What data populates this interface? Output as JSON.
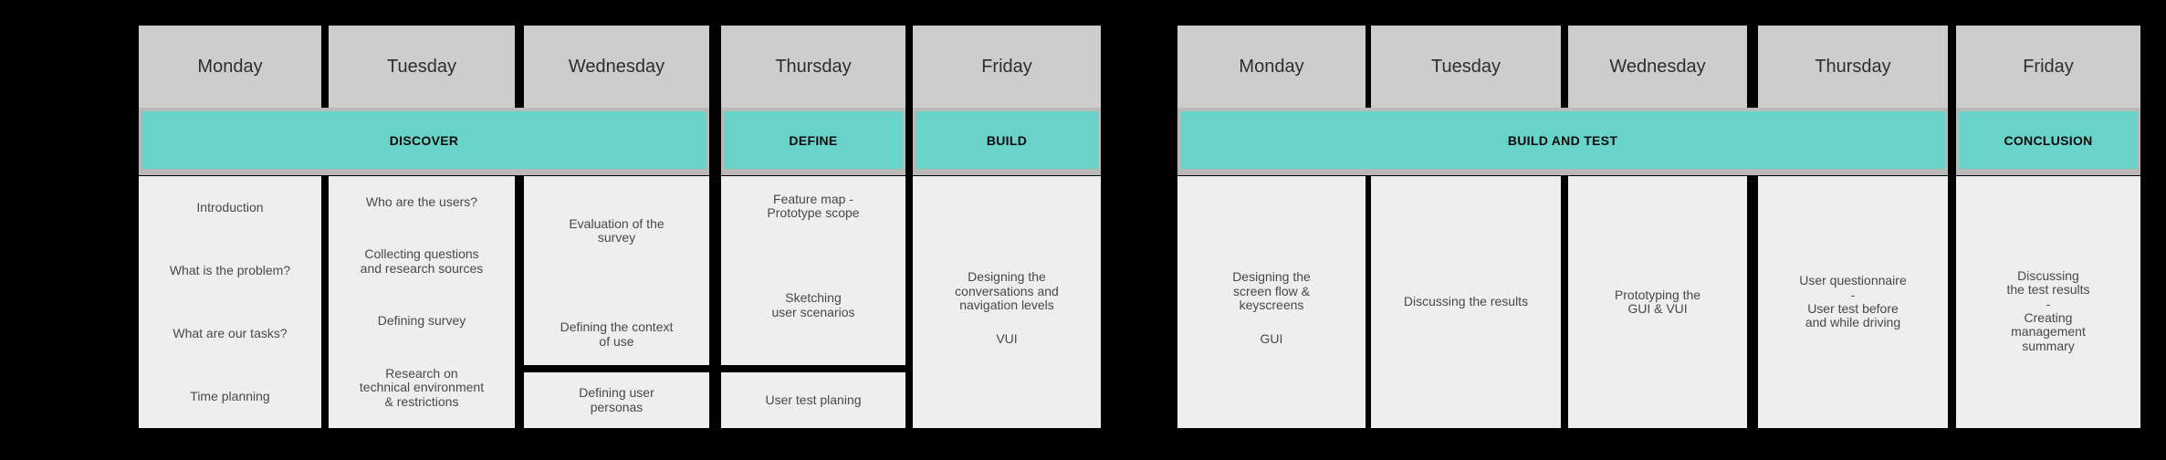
{
  "colors": {
    "background": "#000000",
    "day_header_bg": "#cdcdcd",
    "phase_band_bg": "#b9b9b9",
    "phase_accent_teal": "#6ad3c9",
    "task_cell_bg": "#eeeeee",
    "task_text": "#484848"
  },
  "week1": {
    "days": [
      "Monday",
      "Tuesday",
      "Wednesday",
      "Thursday",
      "Friday"
    ],
    "phases": {
      "discover": "DISCOVER",
      "define": "DEFINE",
      "build": "BUILD"
    },
    "monday": [
      "Introduction",
      "What is the problem?",
      "What are our tasks?",
      "Time planning"
    ],
    "tuesday": [
      "Who are the users?",
      "Collecting questions\nand research sources",
      "Defining survey",
      "Research on\ntechnical environment\n& restrictions"
    ],
    "wednesday_main": [
      "Evaluation of the\nsurvey",
      "Defining the context\nof use"
    ],
    "wednesday_extra": [
      "Defining user\npersonas"
    ],
    "thursday_main": [
      "Feature map -\nPrototype scope",
      "Sketching\nuser scenarios"
    ],
    "thursday_extra": [
      "User test planing"
    ],
    "friday": [
      "Designing the\nconversations and\nnavigation levels",
      "VUI"
    ]
  },
  "week2": {
    "days": [
      "Monday",
      "Tuesday",
      "Wednesday",
      "Thursday",
      "Friday"
    ],
    "phases": {
      "build_and_test": "BUILD AND TEST",
      "conclusion": "CONCLUSION"
    },
    "monday": [
      "Designing the\nscreen flow &\nkeyscreens",
      "GUI"
    ],
    "tuesday": [
      "Discussing the results"
    ],
    "wednesday": [
      "Prototyping the\nGUI & VUI"
    ],
    "thursday": [
      "User questionnaire\n-\nUser test before\nand while driving"
    ],
    "friday": [
      "Discussing\nthe test results\n-\nCreating\nmanagement\nsummary"
    ]
  }
}
